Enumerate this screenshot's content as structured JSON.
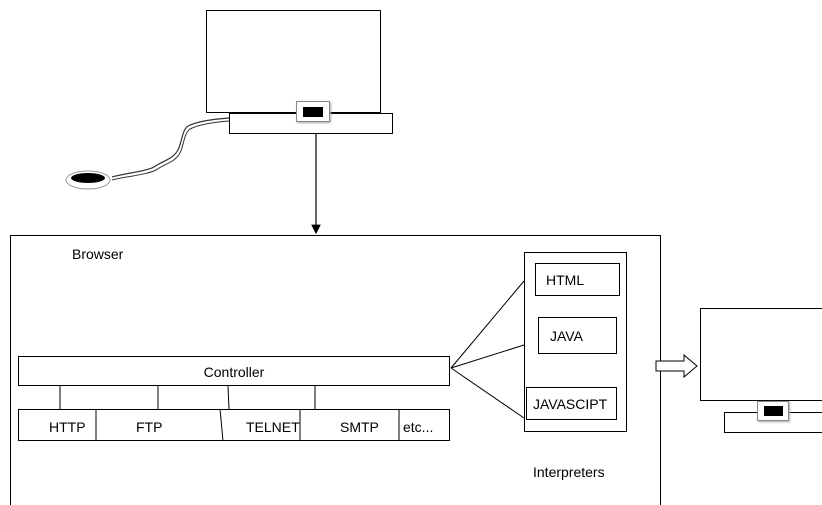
{
  "browser": {
    "title": "Browser",
    "controller_label": "Controller",
    "protocols": [
      {
        "label": "HTTP"
      },
      {
        "label": "FTP"
      },
      {
        "label": "TELNET"
      },
      {
        "label": "SMTP"
      },
      {
        "label": "etc..."
      }
    ]
  },
  "interpreters": {
    "title": "Interpreters",
    "items": [
      {
        "label": "HTML"
      },
      {
        "label": "JAVA"
      },
      {
        "label": "JAVASCIPT"
      }
    ]
  },
  "icons": {
    "client_computer": "monitor-icon",
    "mouse": "mouse-icon",
    "output_display": "monitor-icon",
    "output_arrow": "hollow-right-arrow-icon"
  }
}
